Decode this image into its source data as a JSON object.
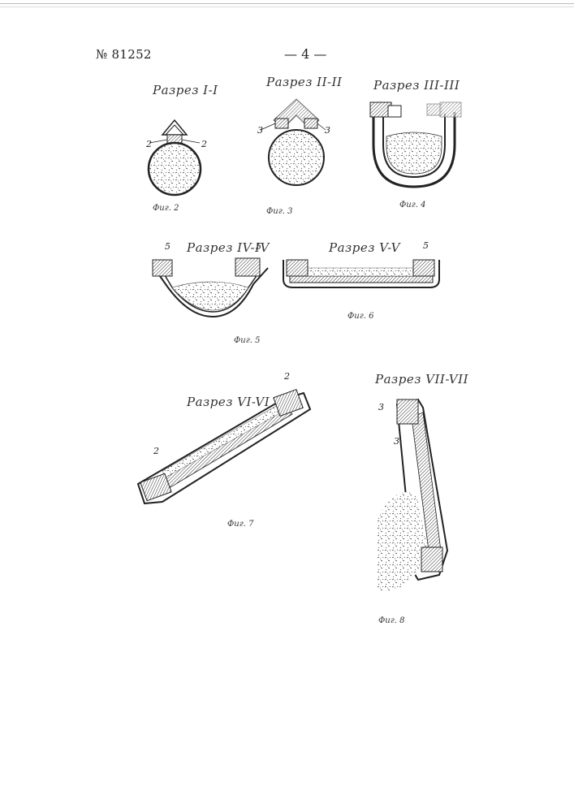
{
  "header": {
    "patent_number": "№ 81252",
    "page_number": "— 4 —"
  },
  "figures": [
    {
      "section_label": "Разрез I-I",
      "caption": "Фиг. 2",
      "callouts": [
        "2",
        "2"
      ]
    },
    {
      "section_label": "Разрез II-II",
      "caption": "Фиг. 3",
      "callouts": [
        "3",
        "3"
      ]
    },
    {
      "section_label": "Разрез III-III",
      "caption": "Фиг. 4",
      "callouts": []
    },
    {
      "section_label": "Разрез IV-IV",
      "caption": "Фиг. 5",
      "callouts": [
        "5",
        "5"
      ]
    },
    {
      "section_label": "Разрез V-V",
      "caption": "Фиг. 6",
      "callouts": [
        "5"
      ]
    },
    {
      "section_label": "Разрез VI-VI",
      "caption": "Фиг. 7",
      "callouts": [
        "2",
        "2"
      ]
    },
    {
      "section_label": "Разрез VII-VII",
      "caption": "Фиг. 8",
      "callouts": [
        "3",
        "3"
      ]
    }
  ]
}
